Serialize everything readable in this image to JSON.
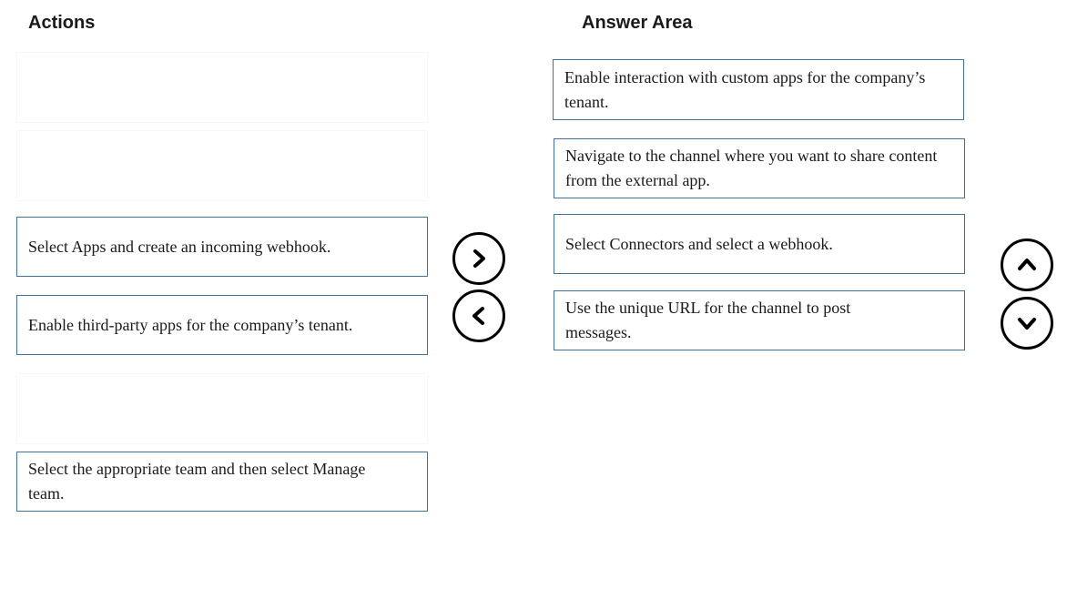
{
  "headings": {
    "actions": "Actions",
    "answer_area": "Answer Area"
  },
  "actions": {
    "items": [
      {
        "label": ""
      },
      {
        "label": ""
      },
      {
        "label": "Select Apps and create an incoming webhook."
      },
      {
        "label": "Enable third-party apps for the company’s tenant."
      },
      {
        "label": ""
      },
      {
        "label": "Select the appropriate team and then select Manage team."
      }
    ]
  },
  "answer_area": {
    "items": [
      {
        "label": "Enable interaction with custom apps for the company’s tenant."
      },
      {
        "label": "Navigate to the channel where you want to share content from the external app."
      },
      {
        "label": "Select Connectors and select a webhook."
      },
      {
        "label": "Use the unique URL for the channel to post messages."
      }
    ]
  },
  "controls": {
    "move_right_icon": "chevron-right-icon",
    "move_left_icon": "chevron-left-icon",
    "move_up_icon": "chevron-up-icon",
    "move_down_icon": "chevron-down-icon"
  },
  "colors": {
    "box_border": "#41719c",
    "text": "#1a1a1a",
    "control_stroke": "#000000"
  }
}
